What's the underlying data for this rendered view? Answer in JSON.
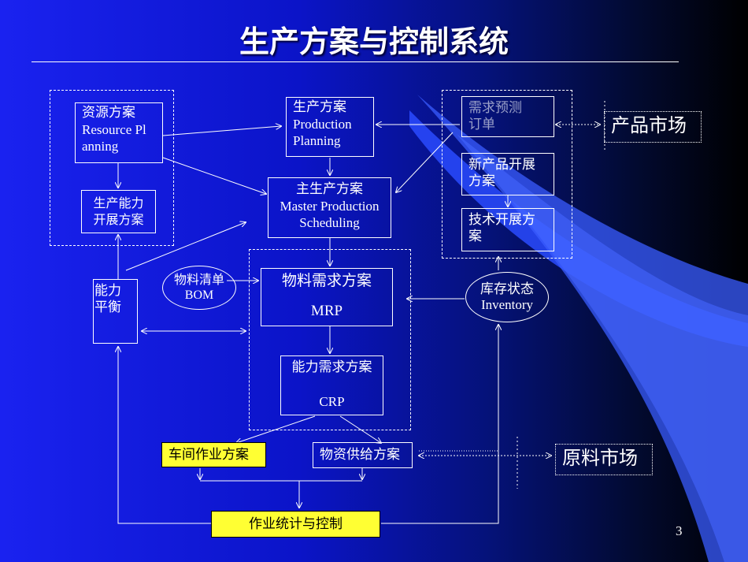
{
  "title": "生产方案与控制系统",
  "page_number": "3",
  "colors": {
    "accent_yellow": "#ffff33",
    "wave_blue": "#3355ff"
  },
  "nodes": {
    "resource_plan": {
      "l1": "资源方案",
      "l2": "Resource Pl",
      "l3": "anning"
    },
    "capacity_dev": {
      "l1": "生产能力",
      "l2": "开展方案"
    },
    "production_plan": {
      "l1": "生产方案",
      "l2": "Production",
      "l3": "Planning"
    },
    "mps": {
      "l1": "主生产方案",
      "l2": "Master Production",
      "l3": "Scheduling"
    },
    "demand_forecast": {
      "l1": "需求预测",
      "l2": "订单"
    },
    "new_product": {
      "l1": "新产品开展",
      "l2": "方案"
    },
    "tech_dev": {
      "l1": "技术开展方",
      "l2": "案"
    },
    "product_market": "产品市场",
    "bom": {
      "l1": "物料清单",
      "l2": "BOM"
    },
    "capacity_balance": {
      "l1": "能力",
      "l2": "平衡"
    },
    "mrp": {
      "l1": "物料需求方案",
      "l2": "MRP"
    },
    "inventory": {
      "l1": "库存状态",
      "l2": "Inventory"
    },
    "crp": {
      "l1": "能力需求方案",
      "l2": "CRP"
    },
    "workshop": "车间作业方案",
    "supply": "物资供给方案",
    "raw_market": "原料市场",
    "stats_control": "作业统计与控制"
  }
}
